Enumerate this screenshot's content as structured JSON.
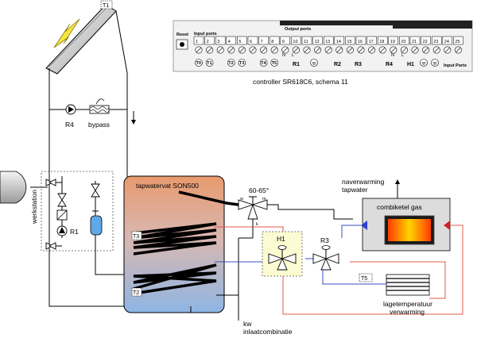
{
  "collector": {
    "sensor_label": "T1"
  },
  "pump_group": {
    "pump_label": "R4",
    "bypass_label": "bypass"
  },
  "station": {
    "label": "werkstation",
    "pump_label": "R1"
  },
  "tank": {
    "title": "tapwatervat SON500",
    "sensor_top": "T3",
    "sensor_bottom": "T2"
  },
  "mixing_valve": {
    "temperature": "60-65°",
    "port_w": "w",
    "port_m": "m",
    "port_k": "k"
  },
  "valves": {
    "h1_label": "H1",
    "r3_label": "R3"
  },
  "boiler": {
    "title": "combiketel gas",
    "afterheat_line1": "naverwarming",
    "afterheat_line2": "tapwater"
  },
  "floor_heating": {
    "sensor": "T5",
    "label_line1": "lagetemperatuur",
    "label_line2": "verwarming"
  },
  "inlet": {
    "line1": "kw",
    "line2": "inlaatcombinatie"
  },
  "controller": {
    "caption": "controller SR618C6, schema 11",
    "reset_label": "Reset",
    "input_header": "Input ports",
    "output_header": "Output ports",
    "input_ports_side": "Input Ports",
    "terminal_numbers": [
      "1",
      "2",
      "3",
      "4",
      "5",
      "6",
      "7",
      "8",
      "9",
      "10",
      "11",
      "12",
      "13",
      "14",
      "15",
      "16",
      "17",
      "18",
      "19",
      "20",
      "21",
      "22",
      "23",
      "24",
      "25"
    ],
    "input_sensors": [
      "T0",
      "T1",
      "T2",
      "T3",
      "T4",
      "T5"
    ],
    "output_groups": [
      "R1",
      "R2",
      "R3",
      "R4",
      "H1"
    ],
    "terminal_marks": [
      "N",
      "L",
      "N",
      "L"
    ]
  }
}
